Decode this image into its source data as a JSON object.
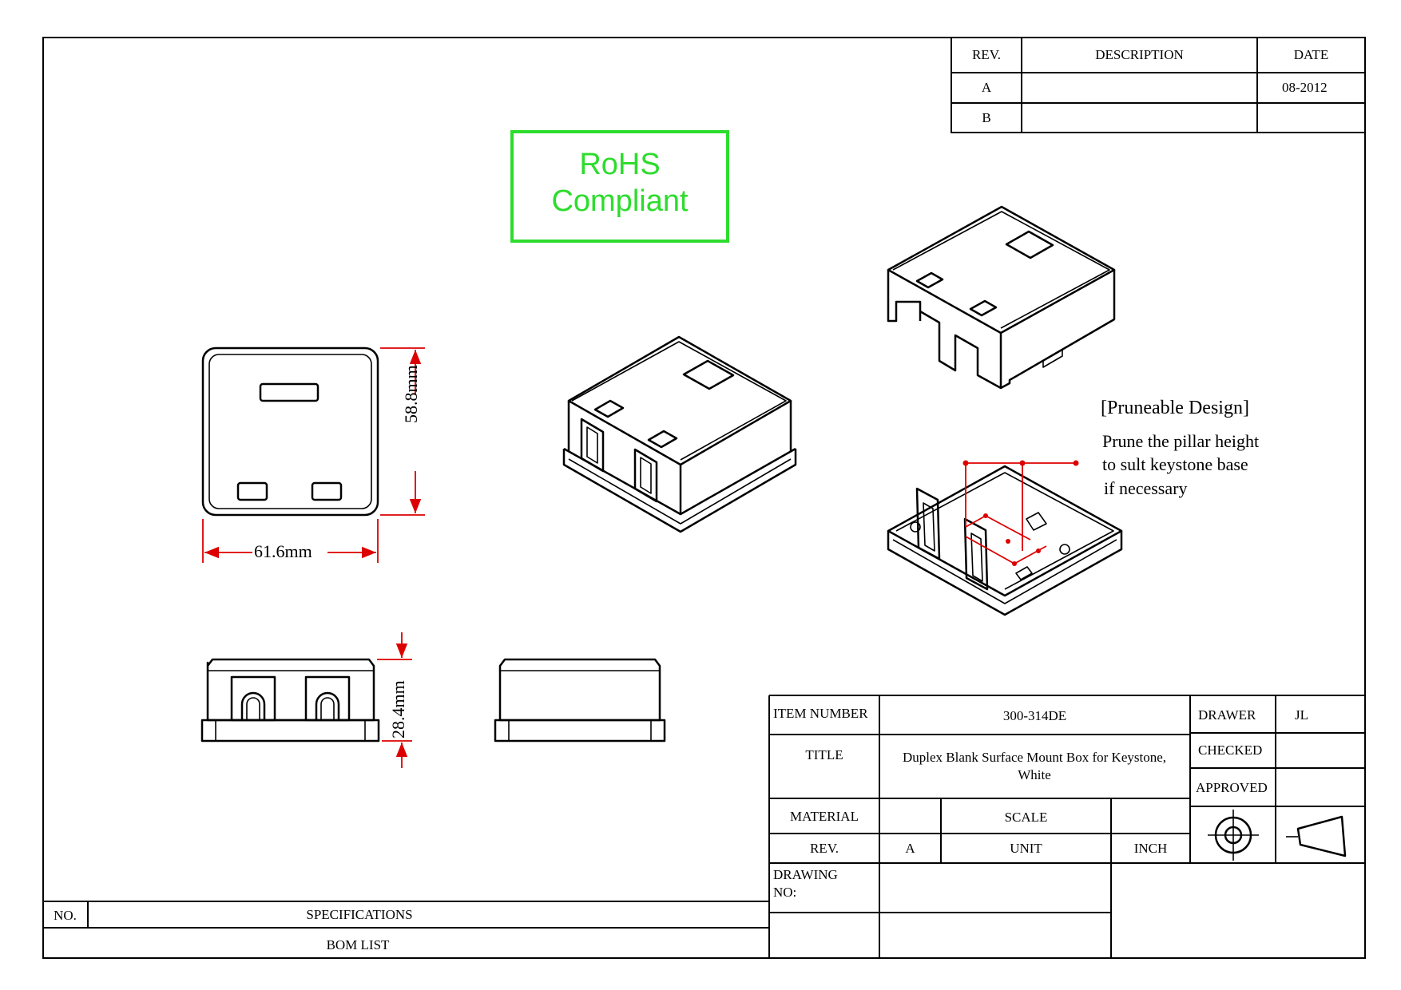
{
  "revision_table": {
    "headers": [
      "REV.",
      "DESCRIPTION",
      "DATE"
    ],
    "rows": [
      {
        "rev": "A",
        "description": "",
        "date": "08-2012"
      },
      {
        "rev": "B",
        "description": "",
        "date": ""
      }
    ]
  },
  "badge": {
    "line1": "RoHS",
    "line2": "Compliant",
    "color": "#2ddc2d"
  },
  "dimensions": {
    "width": "61.6mm",
    "depth": "58.8mm",
    "height": "28.4mm"
  },
  "note": {
    "heading": "[Pruneable Design]",
    "line1": "Prune the pillar height",
    "line2": "to sult keystone base",
    "line3": "if necessary"
  },
  "title_block": {
    "item_number_label": "ITEM NUMBER",
    "item_number": "300-314DE",
    "title_label": "TITLE",
    "title": "Duplex Blank Surface Mount Box for Keystone, White",
    "material_label": "MATERIAL",
    "material": "",
    "scale_label": "SCALE",
    "scale": "",
    "rev_label": "REV.",
    "rev": "A",
    "unit_label": "UNIT",
    "unit": "INCH",
    "drawing_no_label": "DRAWING NO:",
    "drawing_no": "",
    "drawer_label": "DRAWER",
    "drawer": "JL",
    "checked_label": "CHECKED",
    "checked": "",
    "approved_label": "APPROVED",
    "approved": ""
  },
  "bom": {
    "no_label": "NO.",
    "specifications_label": "SPECIFICATIONS",
    "bom_list_label": "BOM LIST"
  },
  "colors": {
    "dimension_lines": "#dd0000",
    "badge": "#2ddc2d"
  }
}
